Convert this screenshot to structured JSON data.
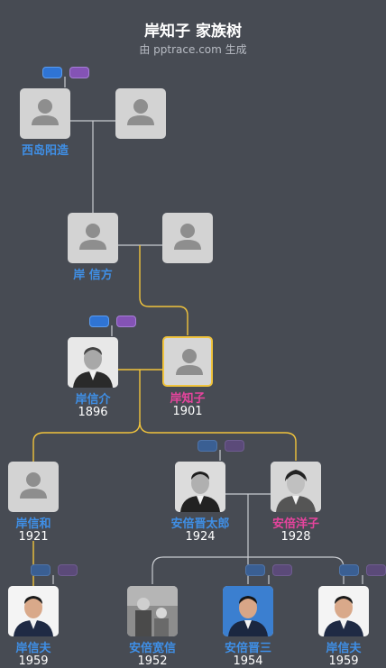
{
  "header": {
    "title": "岸知子 家族树",
    "subtitle": "由 pptrace.com 生成"
  },
  "colors": {
    "background": "#474b53",
    "male_name": "#3f8fe6",
    "female_name": "#e6449d",
    "highlight_line": "#f0c33c",
    "normal_line": "#c9ccd1",
    "selected_border": "#f0c33c"
  },
  "people": {
    "nishijima": {
      "name": "西岛阳造",
      "year": "",
      "gender": "male",
      "photo": "placeholder"
    },
    "nishijima_spouse": {
      "name": "",
      "year": "",
      "gender": "female",
      "photo": "placeholder"
    },
    "kishi_nobumasa": {
      "name": "岸 信方",
      "year": "",
      "gender": "male",
      "photo": "placeholder"
    },
    "kishi_nobumasa_spouse": {
      "name": "",
      "year": "",
      "gender": "female",
      "photo": "placeholder"
    },
    "kishi_nobusuke": {
      "name": "岸信介",
      "year": "1896",
      "gender": "male",
      "photo": "portrait-photo"
    },
    "kishi_yoshiko": {
      "name": "岸知子",
      "year": "1901",
      "gender": "female",
      "photo": "placeholder",
      "selected": true
    },
    "kishi_nobukazu": {
      "name": "岸信和",
      "year": "1921",
      "gender": "male",
      "photo": "placeholder"
    },
    "abe_shintaro": {
      "name": "安倍晋太郎",
      "year": "1924",
      "gender": "male",
      "photo": "portrait-photo"
    },
    "abe_yoko": {
      "name": "安倍洋子",
      "year": "1928",
      "gender": "female",
      "photo": "portrait-photo"
    },
    "kishi_nobuo_1": {
      "name": "岸信夫",
      "year": "1959",
      "gender": "male",
      "photo": "portrait-photo"
    },
    "abe_hironobu": {
      "name": "安倍宽信",
      "year": "1952",
      "gender": "male",
      "photo": "portrait-photo"
    },
    "abe_shinzo": {
      "name": "安倍晋三",
      "year": "1954",
      "gender": "male",
      "photo": "portrait-photo"
    },
    "kishi_nobuo_2": {
      "name": "岸信夫",
      "year": "1959",
      "gender": "male",
      "photo": "portrait-photo"
    }
  },
  "icons": {
    "placeholder": "person-silhouette-icon",
    "expand_parents": "expand-parents-toggle"
  }
}
